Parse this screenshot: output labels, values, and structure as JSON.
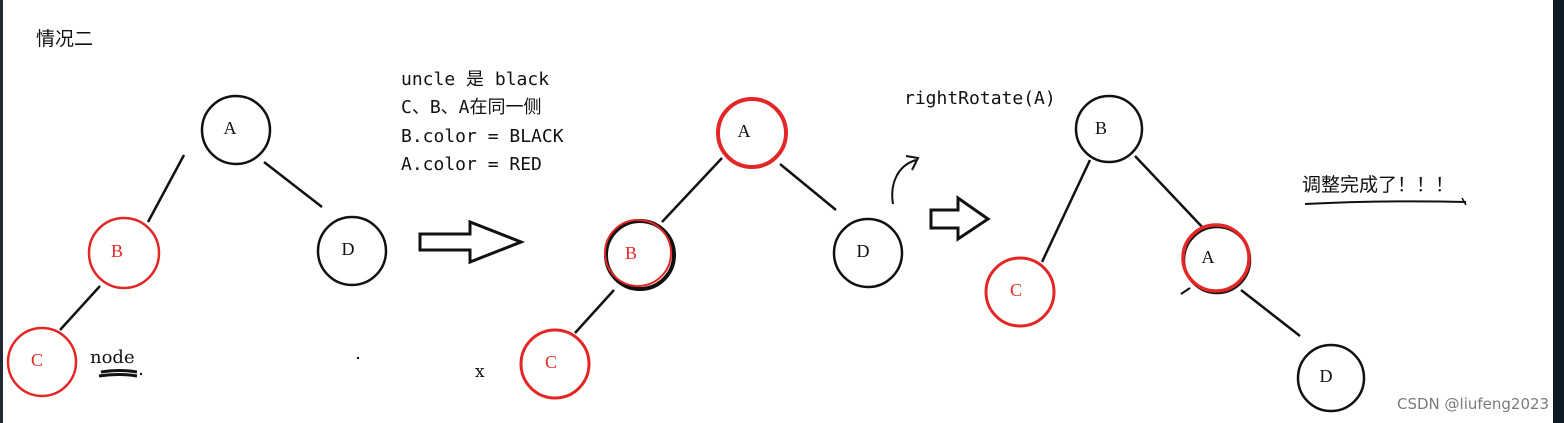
{
  "title": "情况二",
  "note_lines": [
    "uncle 是 black",
    "C、B、A在同一侧",
    "B.color = BLACK",
    "A.color = RED"
  ],
  "rotate_label": "rightRotate(A)",
  "done_label": "调整完成了！！！",
  "node_label": "node",
  "x_label": "x",
  "watermark": "CSDN @liufeng2023",
  "colors": {
    "red": "#e32626",
    "black": "#111111"
  },
  "trees": [
    {
      "nodes": [
        {
          "label": "A",
          "color": "black"
        },
        {
          "label": "B",
          "color": "red"
        },
        {
          "label": "D",
          "color": "black"
        },
        {
          "label": "C",
          "color": "red"
        }
      ]
    },
    {
      "nodes": [
        {
          "label": "A",
          "color": "red"
        },
        {
          "label": "B",
          "color": "black"
        },
        {
          "label": "D",
          "color": "black"
        },
        {
          "label": "C",
          "color": "red"
        }
      ]
    },
    {
      "nodes": [
        {
          "label": "B",
          "color": "black"
        },
        {
          "label": "C",
          "color": "red"
        },
        {
          "label": "A",
          "color": "red"
        },
        {
          "label": "D",
          "color": "black"
        }
      ]
    }
  ]
}
